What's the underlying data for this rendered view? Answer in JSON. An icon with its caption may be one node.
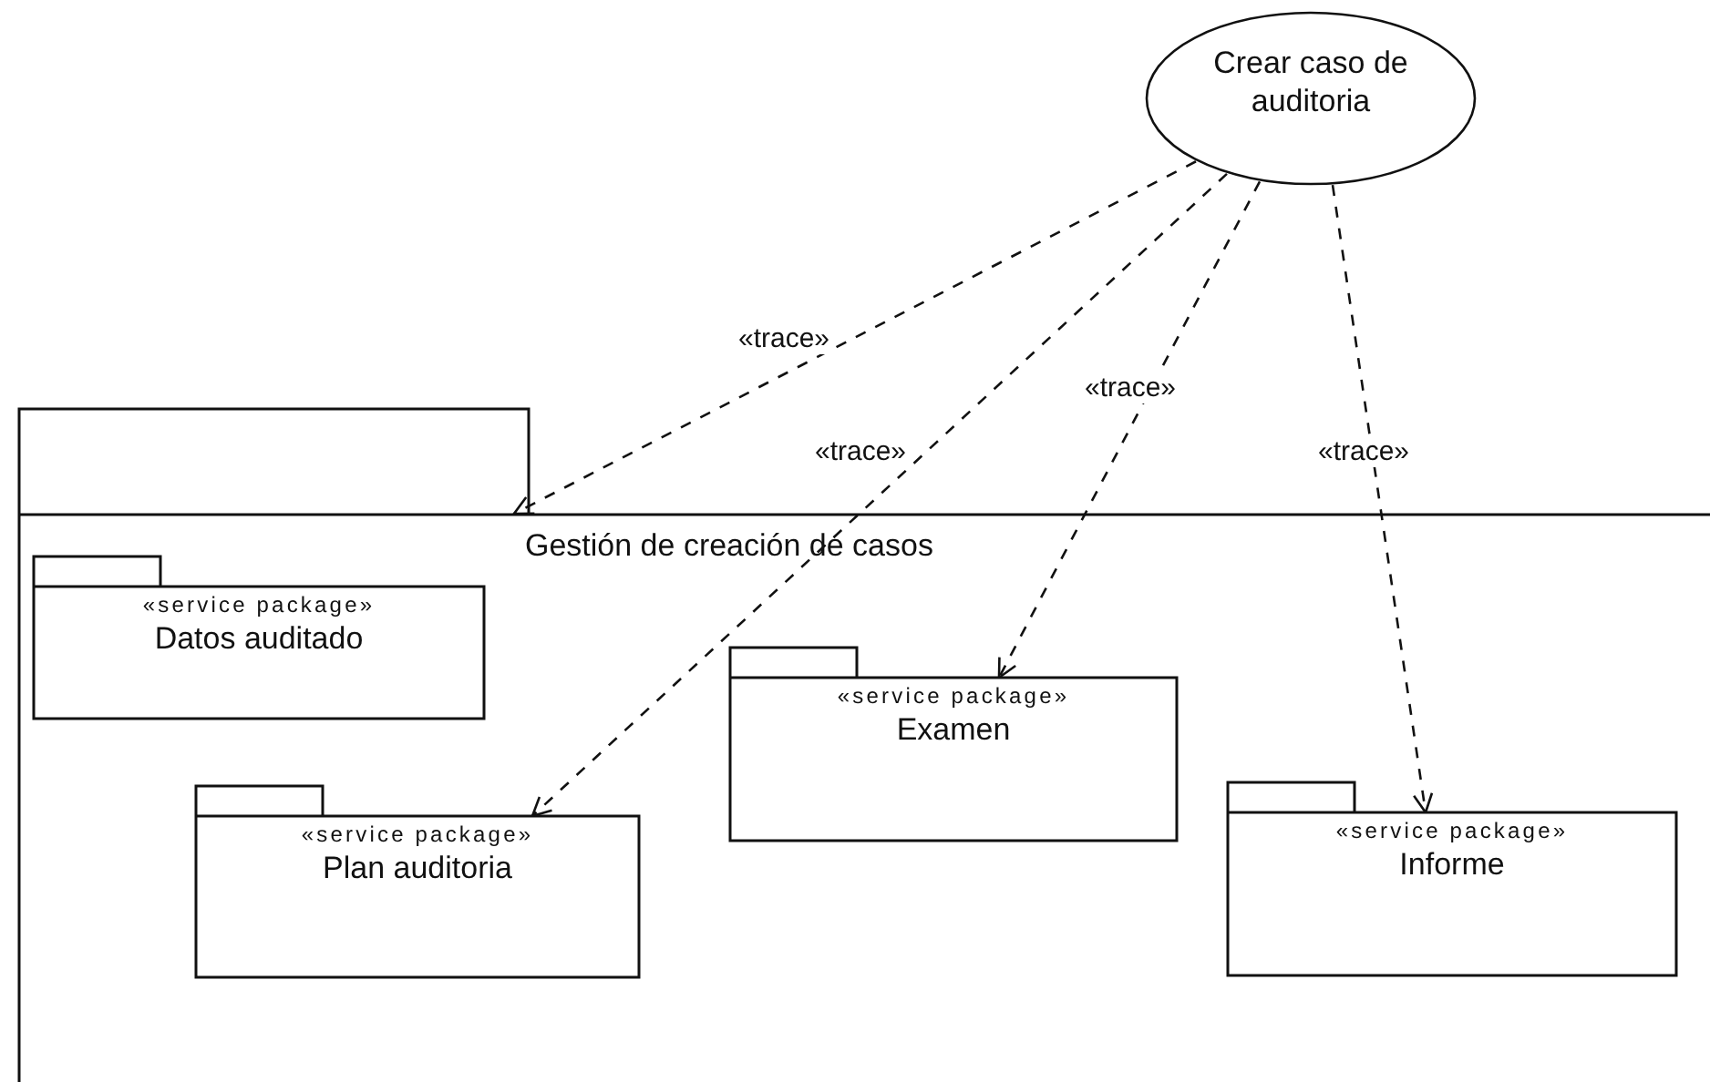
{
  "diagram": {
    "nodes": [
      {
        "text": [
          "Crear caso de auditoria"
        ]
      },
      {
        "text": [
          "Gestión de creación de casos"
        ]
      },
      {
        "text": [
          "«service package»",
          "Datos auditado"
        ],
        "in": 1
      },
      {
        "text": [
          "«service package»",
          "Plan auditoria"
        ],
        "in": 1
      },
      {
        "text": [
          "«service package»",
          "Examen"
        ],
        "in": 1
      },
      {
        "text": [
          "«service package»",
          "Informe"
        ],
        "in": 1
      }
    ],
    "edges": [
      {
        "from": 0,
        "to": 1,
        "arrow": "to",
        "label": "«trace»",
        "style": "dashed"
      },
      {
        "from": 0,
        "to": 3,
        "arrow": "to",
        "label": "«trace»",
        "style": "dashed"
      },
      {
        "from": 0,
        "to": 4,
        "arrow": "to",
        "label": "«trace»",
        "style": "dashed"
      },
      {
        "from": 0,
        "to": 5,
        "arrow": "to",
        "label": "«trace»",
        "style": "dashed"
      }
    ]
  }
}
